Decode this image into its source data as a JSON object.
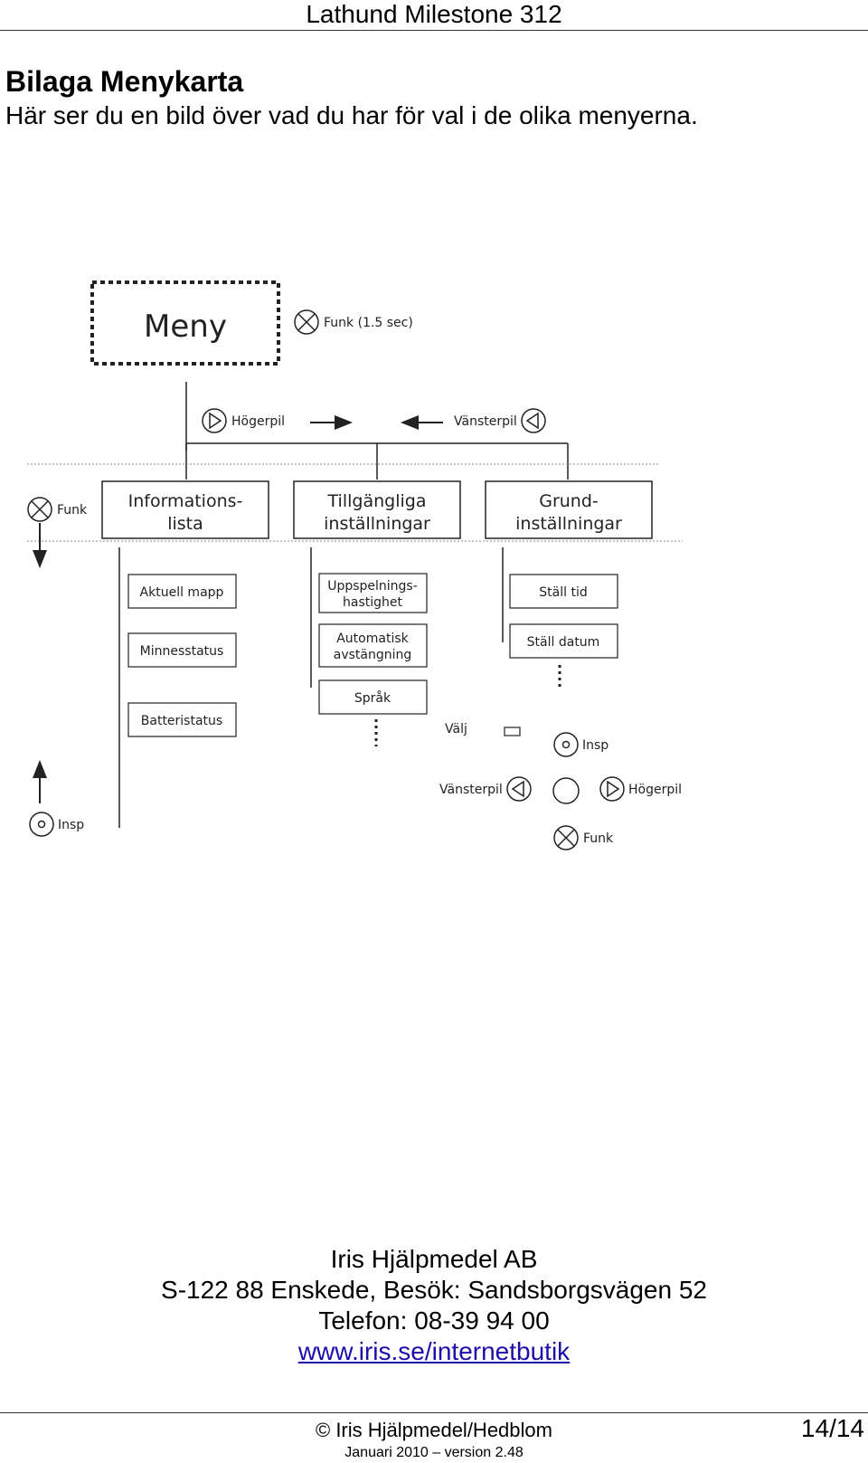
{
  "header": {
    "title": "Lathund Milestone 312"
  },
  "section": {
    "heading": "Bilaga Menykarta",
    "intro": "Här ser du en bild över vad du har för val i de olika menyerna."
  },
  "diagram": {
    "menu_label": "Meny",
    "funk_long": "Funk (1.5 sec)",
    "hogerpil": "Högerpil",
    "vansterpil": "Vänsterpil",
    "funk": "Funk",
    "insp": "Insp",
    "valj": "Välj",
    "columns": [
      {
        "line1": "Informations-",
        "line2": "lista",
        "items": [
          [
            "Aktuell mapp"
          ],
          [
            "Minnesstatus"
          ],
          [
            "Batteristatus"
          ]
        ]
      },
      {
        "line1": "Tillgängliga",
        "line2": "inställningar",
        "items": [
          [
            "Uppspelnings-",
            "hastighet"
          ],
          [
            "Automatisk",
            "avstängning"
          ],
          [
            "Språk"
          ]
        ]
      },
      {
        "line1": "Grund-",
        "line2": "inställningar",
        "items": [
          [
            "Ställ tid"
          ],
          [
            "Ställ datum"
          ]
        ]
      }
    ]
  },
  "footer": {
    "company": "Iris Hjälpmedel AB",
    "address": "S-122 88 Enskede, Besök: Sandsborgsvägen 52",
    "phone": "Telefon: 08-39 94 00",
    "url": "www.iris.se/internetbutik",
    "copyright": "© Iris Hjälpmedel/Hedblom",
    "version": "Januari 2010 – version 2.48",
    "page": "14/14"
  }
}
